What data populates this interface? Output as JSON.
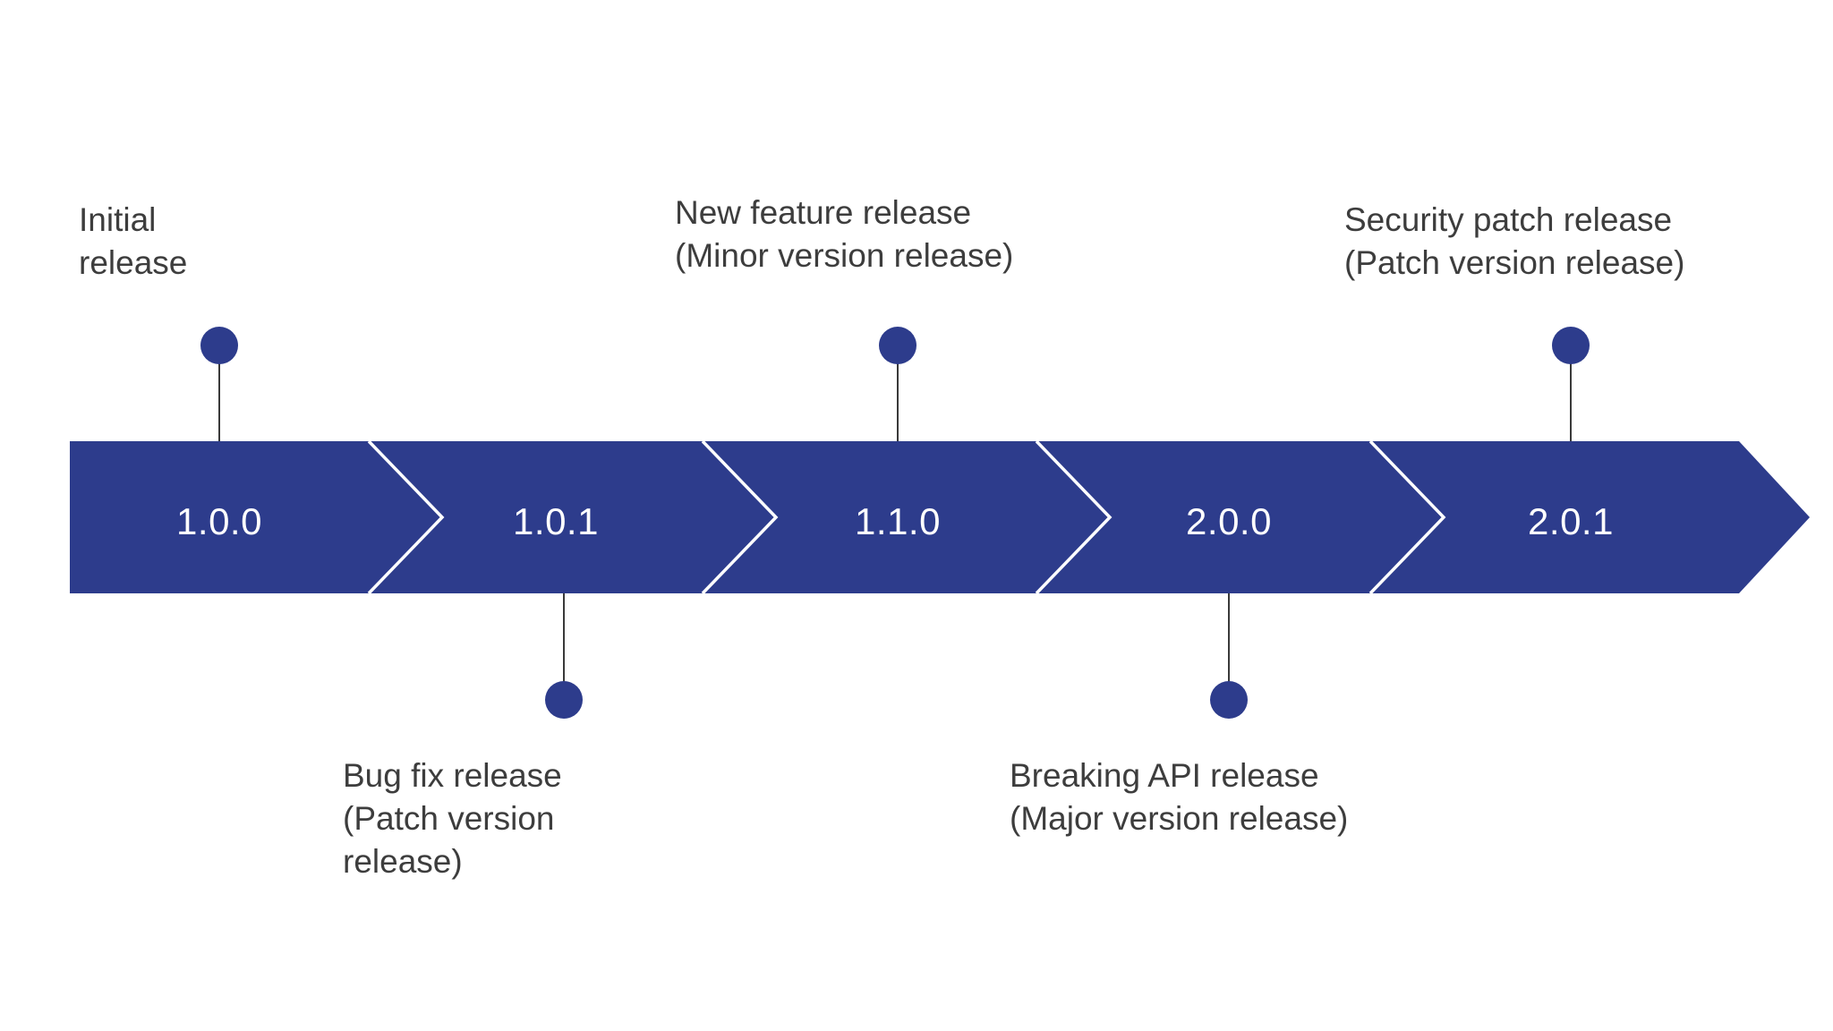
{
  "diagram": {
    "type": "timeline",
    "orientation": "horizontal",
    "background_color": "#ffffff",
    "band_color": "#2d3c8c",
    "divider_color": "#ffffff",
    "text_on_band_color": "#ffffff",
    "annotation_color": "#3d3d3d",
    "marker_color": "#2d3c8c",
    "stem_color": "#3a3a3a"
  },
  "segments": [
    {
      "id": "v1-0-0",
      "version": "1.0.0"
    },
    {
      "id": "v1-0-1",
      "version": "1.0.1"
    },
    {
      "id": "v1-1-0",
      "version": "1.1.0"
    },
    {
      "id": "v2-0-0",
      "version": "2.0.0"
    },
    {
      "id": "v2-0-1",
      "version": "2.0.1"
    }
  ],
  "milestones": [
    {
      "id": "initial-release",
      "version": "1.0.0",
      "side": "above",
      "label": "Initial\nrelease"
    },
    {
      "id": "bug-fix-release",
      "version": "1.0.1",
      "side": "below",
      "label": "Bug fix release\n(Patch version\nrelease)"
    },
    {
      "id": "new-feature-release",
      "version": "1.1.0",
      "side": "above",
      "label": "New feature release\n(Minor version release)"
    },
    {
      "id": "breaking-api-release",
      "version": "2.0.0",
      "side": "below",
      "label": "Breaking API release\n(Major version release)"
    },
    {
      "id": "security-patch-release",
      "version": "2.0.1",
      "side": "above",
      "label": "Security patch release\n(Patch version release)"
    }
  ]
}
